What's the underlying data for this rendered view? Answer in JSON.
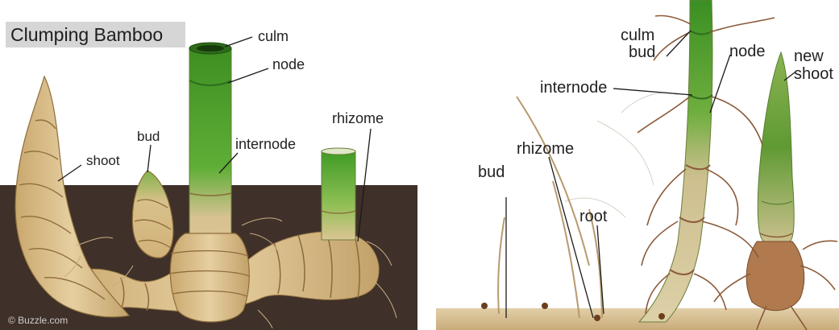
{
  "left_diagram": {
    "title": "Clumping Bamboo",
    "labels": {
      "culm": "culm",
      "node": "node",
      "bud": "bud",
      "shoot": "shoot",
      "internode": "internode",
      "rhizome": "rhizome"
    },
    "watermark": "© Buzzle.com",
    "colors": {
      "soil": "#3f3029",
      "stem_tan": "#dcc08f",
      "stem_green": "#4a9d2c",
      "title_bg": "#d6d6d6"
    }
  },
  "right_diagram": {
    "labels": {
      "culm_bud_line1": "culm",
      "culm_bud_line2": "bud",
      "node": "node",
      "new_shoot_line1": "new",
      "new_shoot_line2": "shoot",
      "internode": "internode",
      "rhizome": "rhizome",
      "bud": "bud",
      "root": "root"
    },
    "colors": {
      "ground": "#d8c19a",
      "stem_green": "#3f9a2a",
      "stem_tan": "#d9c9a0",
      "root_brown": "#8a5a3a"
    }
  }
}
